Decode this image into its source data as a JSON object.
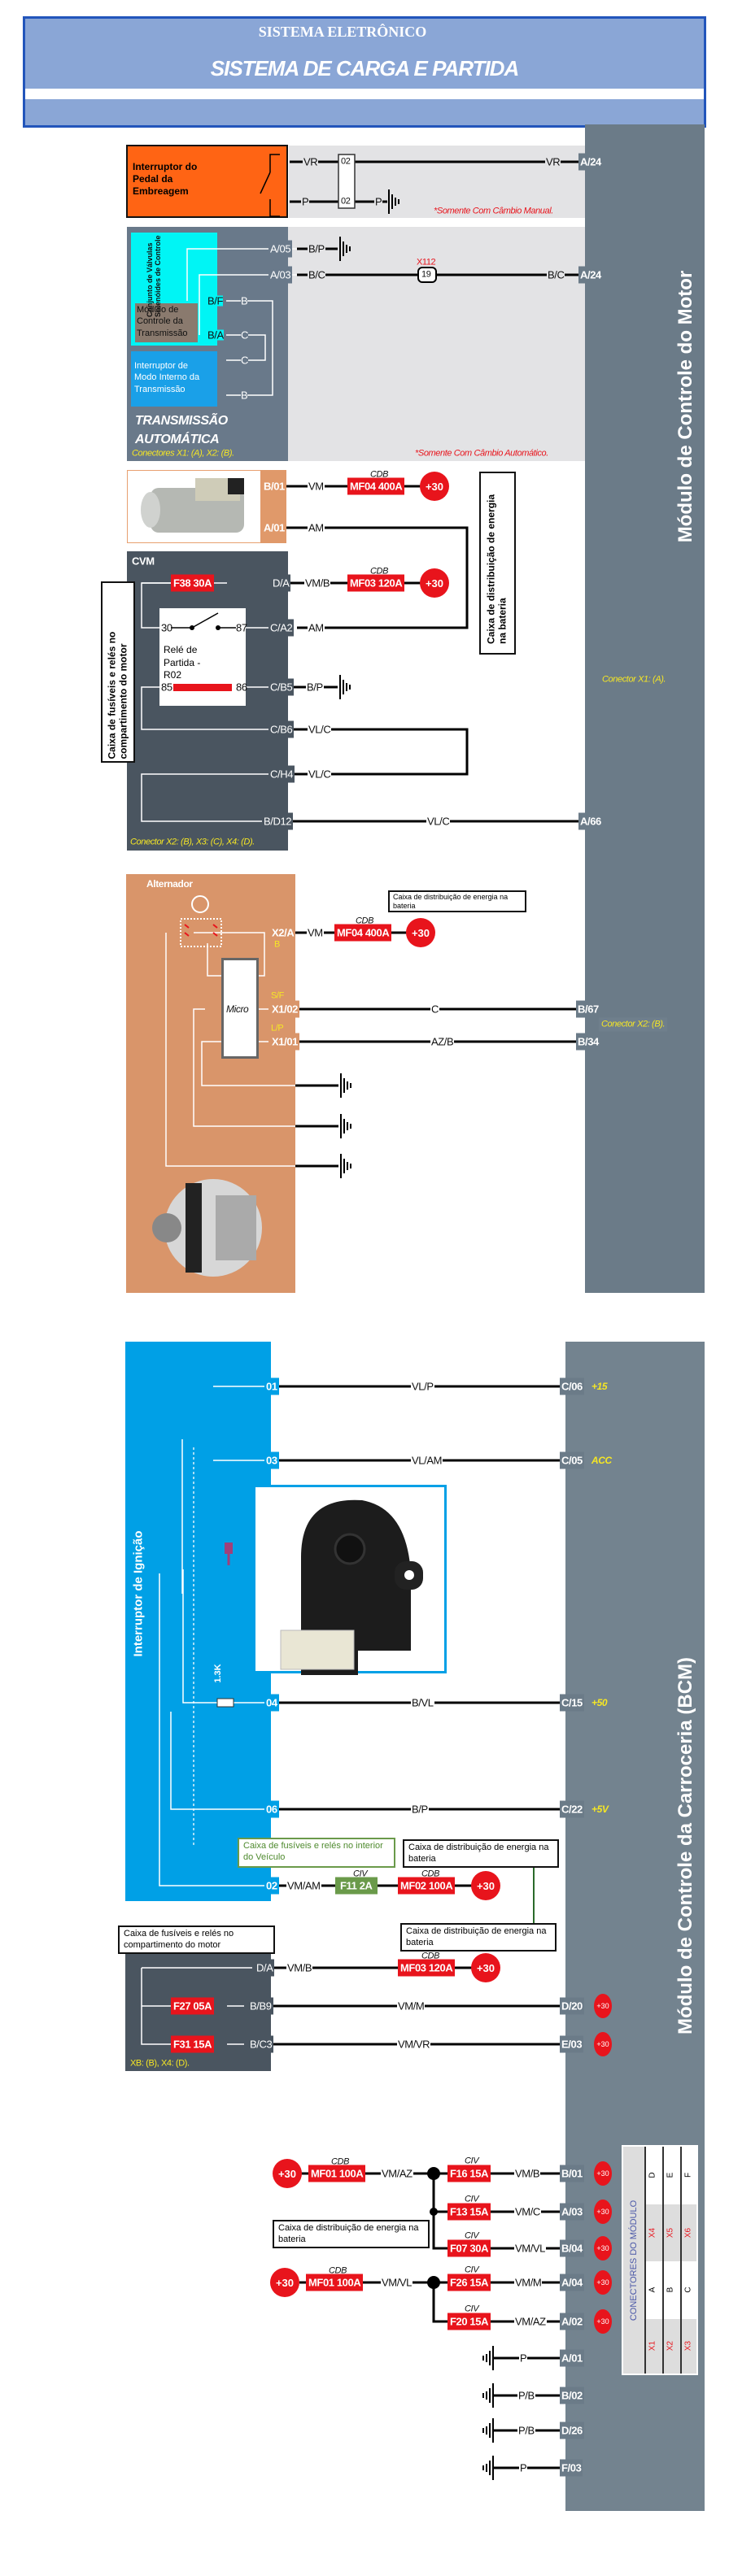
{
  "header": {
    "system": "SISTEMA ELETRÔNICO",
    "title": "SISTEMA DE CARGA E PARTIDA"
  },
  "colors": {
    "header_bg": "#8aa6d6",
    "header_border": "#2255bb",
    "module_panel": "#6b7b88",
    "fuse_red": "#e8141c",
    "civ_green": "#6a9a4a",
    "ignition_blue": "#00a0e6",
    "alternator_orange": "#d9956a",
    "clutch_orange": "#ff6414",
    "cvm_dark": "#4a5560"
  },
  "engine_module": {
    "label": "Módulo de Controle do Motor",
    "conn_x1": "Conector X1: (A).",
    "conn_x2": "Conector X2: (B)."
  },
  "clutch": {
    "name": "Interruptor do Pedal da Embreagem",
    "wire_vr": "VR",
    "conn": "02",
    "pin": "A/24",
    "wire_p": "P",
    "note": "*Somente Com Câmbio Manual."
  },
  "transmission": {
    "valves": "Conjunto de Válvulas Solenóides de Controle",
    "tcm": "Módulo de Controle da Transmissão",
    "mode_switch": "Interruptor de Modo Interno da Transmissão",
    "title1": "TRANSMISSÃO",
    "title2": "AUTOMÁTICA",
    "connectors": "Conectores X1: (A), X2: (B).",
    "note": "*Somente Com Câmbio Automático.",
    "pin_a05": "A/05",
    "wire_bp": "B/P",
    "pin_a03": "A/03",
    "wire_bc": "B/C",
    "splice": "X112",
    "splice_num": "19",
    "ecm_pin": "A/24",
    "pin_bf": "B/F",
    "pin_ba": "B/A",
    "b": "B",
    "c": "C"
  },
  "starter": {
    "pin_b01": "B/01",
    "wire_vm": "VM",
    "cdb": "CDB",
    "fuse_mf04": "MF04 400A",
    "plus30": "+30",
    "pin_a01": "A/01",
    "wire_am": "AM",
    "battery_box": "Caixa de distribuição de energia na bateria"
  },
  "cvm": {
    "title": "CVM",
    "box_label": "Caixa de fusíveis e relés no compartimento do motor",
    "fuse_f38": "F38 30A",
    "pin_da": "D/A",
    "wire_vmb": "VM/B",
    "fuse_mf03": "MF03 120A",
    "relay_30": "30",
    "relay_87": "87",
    "relay_85": "85",
    "relay_86": "86",
    "relay_name": "Relé de Partida - R02",
    "pin_ca2": "C/A2",
    "pin_cb5": "C/B5",
    "wire_bp": "B/P",
    "pin_cb6": "C/B6",
    "pin_ch4": "C/H4",
    "wire_vlc": "VL/C",
    "pin_bd12": "B/D12",
    "ecm_pin": "A/66",
    "connectors": "Conector X2: (B), X3: (C), X4: (D)."
  },
  "alternator": {
    "title": "Alternador",
    "battery_box": "Caixa de distribuição de energia na bateria",
    "pin_x2a": "X2/A",
    "b": "B",
    "wire_vm": "VM",
    "fuse": "MF04 400A",
    "micro": "Micro",
    "sf": "S/F",
    "pin_x102": "X1/02",
    "wire_c": "C",
    "ecm_b67": "B/67",
    "lp": "L/P",
    "pin_x101": "X1/01",
    "wire_azb": "AZ/B",
    "ecm_b34": "B/34"
  },
  "ignition": {
    "label": "Interruptor de Ignição",
    "resistor": "1.3K",
    "rows": [
      {
        "pin": "01",
        "wire": "VL/P",
        "bcm": "C/06",
        "sig": "+15"
      },
      {
        "pin": "03",
        "wire": "VL/AM",
        "bcm": "C/05",
        "sig": "ACC"
      },
      {
        "pin": "04",
        "wire": "B/VL",
        "bcm": "C/15",
        "sig": "+50"
      },
      {
        "pin": "06",
        "wire": "B/P",
        "bcm": "C/22",
        "sig": "+5V"
      }
    ],
    "pin02": "02",
    "wire02": "VM/AM",
    "civ": "CIV",
    "fuse_f11": "F11 2A",
    "fuse_mf02": "MF02 100A",
    "civ_box": "Caixa de fusíveis e relés no interior do Veículo",
    "cdb_box": "Caixa de distribuição de energia na bateria"
  },
  "engine_fusebox": {
    "box_label": "Caixa de fusíveis e relés no compartimento do motor",
    "cdb_box": "Caixa de distribuição de energia na bateria",
    "pin_da": "D/A",
    "wire_vmb": "VM/B",
    "fuse_mf03": "MF03 120A",
    "rows": [
      {
        "fuse": "F27 05A",
        "pin": "B/B9",
        "wire": "VM/M",
        "bcm": "D/20"
      },
      {
        "fuse": "F31 15A",
        "pin": "B/C3",
        "wire": "VM/VR",
        "bcm": "E/03"
      }
    ],
    "connectors": "XB: (B), X4: (D)."
  },
  "bcm": {
    "label": "Módulo de Controle da Carroceria (BCM)",
    "cdb_box": "Caixa de distribuição de energia na bateria",
    "feed1": {
      "fuse": "MF01 100A",
      "wire": "VM/AZ"
    },
    "feed2": {
      "fuse": "MF01 100A",
      "wire": "VM/VL"
    },
    "rows": [
      {
        "fuse": "F16 15A",
        "wire": "VM/B",
        "pin": "B/01"
      },
      {
        "fuse": "F13 15A",
        "wire": "VM/C",
        "pin": "A/03"
      },
      {
        "fuse": "F07 30A",
        "wire": "VM/VL",
        "pin": "B/04"
      },
      {
        "fuse": "F26 15A",
        "wire": "VM/M",
        "pin": "A/04"
      },
      {
        "fuse": "F20 15A",
        "wire": "VM/AZ",
        "pin": "A/02"
      }
    ],
    "grounds": [
      {
        "wire": "P",
        "pin": "A/01"
      },
      {
        "wire": "P/B",
        "pin": "B/02"
      },
      {
        "wire": "P/B",
        "pin": "D/26"
      },
      {
        "wire": "P",
        "pin": "F/03"
      }
    ],
    "table": {
      "title": "CONECTORES DO MÓDULO",
      "rows": [
        [
          "D",
          "E",
          "F"
        ],
        [
          "X4",
          "X5",
          "X6"
        ],
        [
          "A",
          "B",
          "C"
        ],
        [
          "X1",
          "X2",
          "X3"
        ]
      ]
    }
  }
}
